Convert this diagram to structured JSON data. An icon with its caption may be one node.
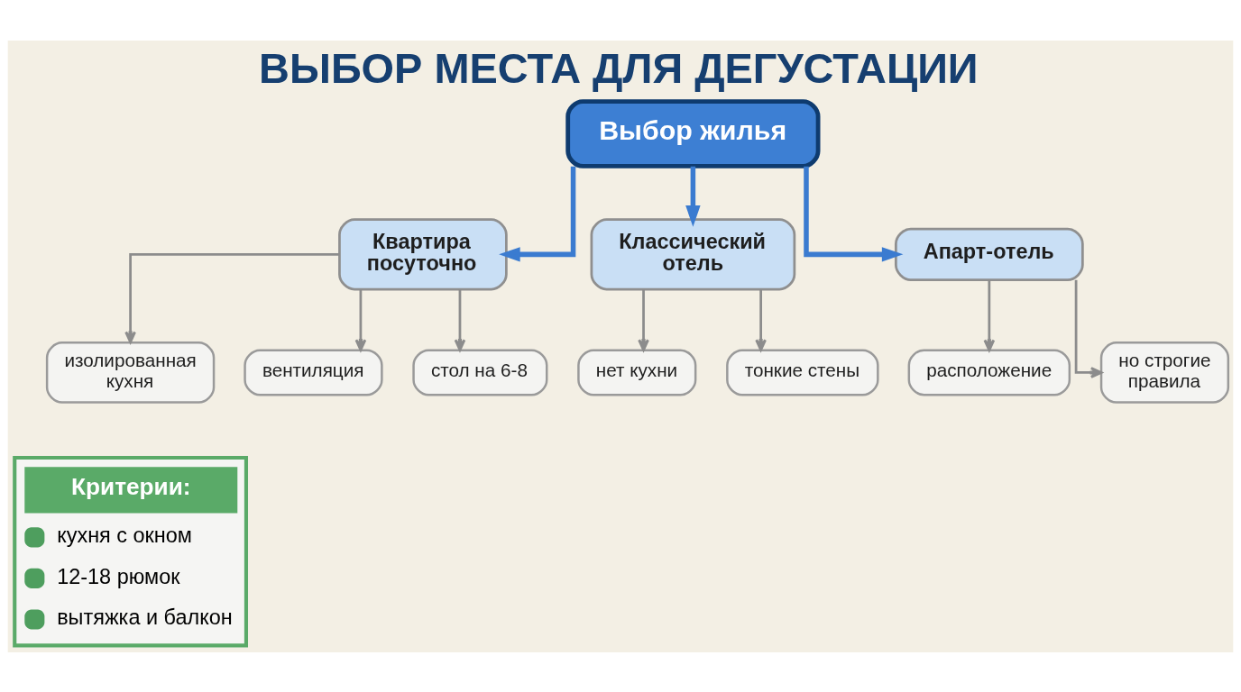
{
  "diagram": {
    "title": "ВЫБОР МЕСТА ДЛЯ ДЕГУСТАЦИИ",
    "nodes": [
      {
        "text": [
          "Выбор жилья"
        ]
      },
      {
        "text": [
          "Квартира посуточно"
        ]
      },
      {
        "text": [
          "изолированная кухня"
        ]
      },
      {
        "text": [
          "вентиляция"
        ]
      },
      {
        "text": [
          "стол на 6-8"
        ]
      },
      {
        "text": [
          "Классический отель"
        ]
      },
      {
        "text": [
          "нет кухни"
        ]
      },
      {
        "text": [
          "тонкие стены"
        ]
      },
      {
        "text": [
          "Апарт-отель"
        ]
      },
      {
        "text": [
          "расположение"
        ]
      },
      {
        "text": [
          "но строгие правила"
        ]
      },
      {
        "text": [
          "Критерии:",
          "кухня с окном",
          "12-18 рюмок",
          "вытяжка и балкон"
        ]
      }
    ],
    "edges": [
      {
        "from": 0,
        "to": 1,
        "arrow": "to",
        "style": "thick",
        "color": "#3a7bd0"
      },
      {
        "from": 0,
        "to": 5,
        "arrow": "to",
        "style": "thick",
        "color": "#3a7bd0"
      },
      {
        "from": 0,
        "to": 8,
        "arrow": "to",
        "style": "thick",
        "color": "#3a7bd0"
      },
      {
        "from": 1,
        "to": 2,
        "arrow": "to"
      },
      {
        "from": 1,
        "to": 3,
        "arrow": "to"
      },
      {
        "from": 1,
        "to": 4,
        "arrow": "to"
      },
      {
        "from": 5,
        "to": 6,
        "arrow": "to"
      },
      {
        "from": 5,
        "to": 7,
        "arrow": "to"
      },
      {
        "from": 8,
        "to": 9,
        "arrow": "to"
      },
      {
        "from": 8,
        "to": 10,
        "arrow": "to"
      }
    ]
  }
}
